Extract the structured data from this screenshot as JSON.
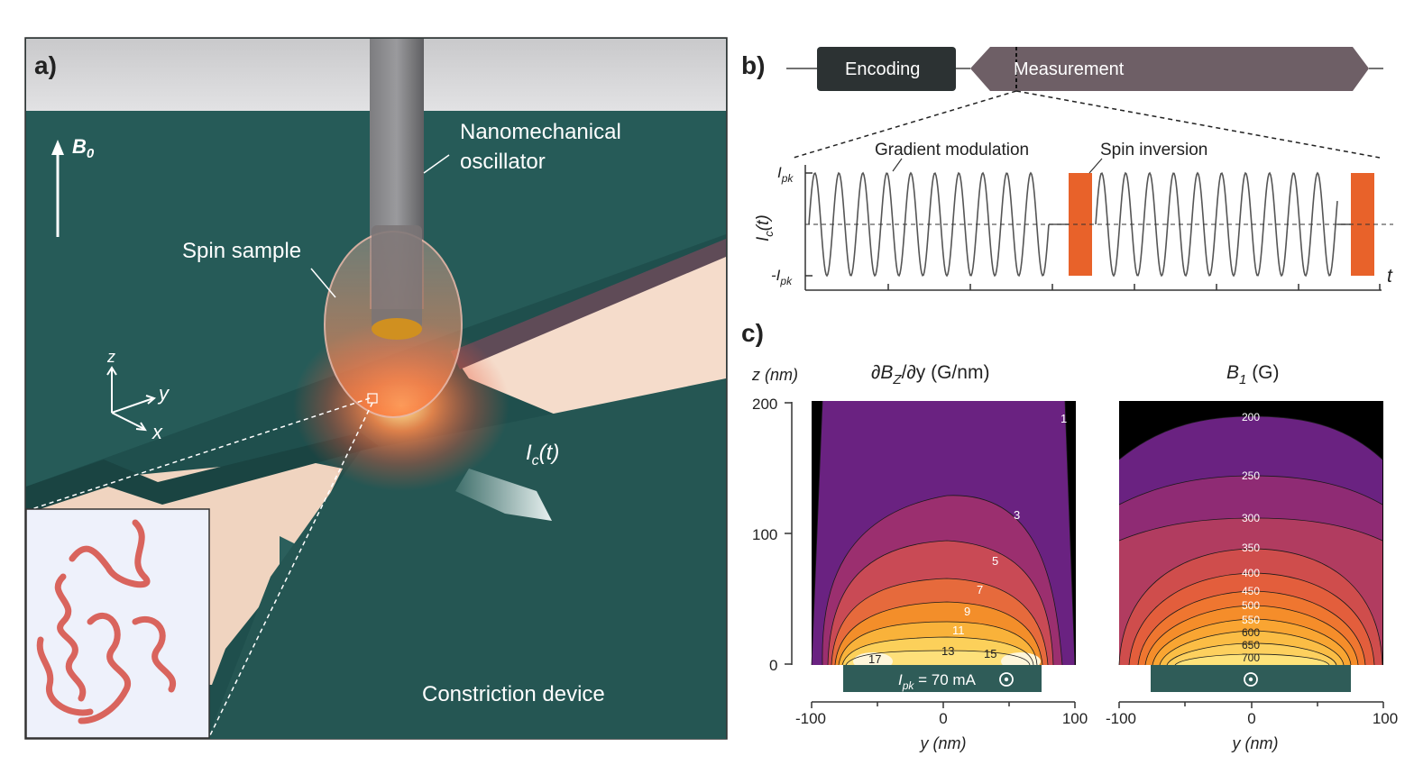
{
  "panel_a": {
    "letter": "a)",
    "b0": "B",
    "b0_sub": "0",
    "oscillator_line1": "Nanomechanical",
    "oscillator_line2": "oscillator",
    "spin_sample": "Spin sample",
    "axis_z": "z",
    "axis_y": "y",
    "axis_x": "x",
    "current_I": "I",
    "current_sub": "c",
    "current_t": "(t)",
    "device": "Constriction device"
  },
  "panel_b": {
    "letter": "b)",
    "encoding": "Encoding",
    "measurement": "Measurement",
    "gradient_modulation": "Gradient modulation",
    "spin_inversion": "Spin inversion",
    "y_label": "I",
    "y_label_sub": "c",
    "y_label_t": "(t)",
    "ipk": "I",
    "ipk_sub": "pk",
    "neg_ipk": "-I",
    "x_label": "t",
    "colors": {
      "encoding_box": "#2c3233",
      "measurement_box": "#6e5f66",
      "pulse": "#e8622a",
      "wave": "#555555"
    }
  },
  "panel_c": {
    "letter": "c)",
    "z_axis_label": "z (nm)",
    "left_title": "∂B",
    "left_title_sub": "Z",
    "left_title_rest": "/∂y (G/nm)",
    "right_title": "B",
    "right_title_sub": "1",
    "right_title_rest": " (G)",
    "z_ticks": [
      "200",
      "100",
      "0"
    ],
    "y_ticks": [
      "-100",
      "0",
      "100"
    ],
    "y_axis_label": "y (nm)",
    "left_bar_label": "I",
    "left_bar_sub": "pk",
    "left_bar_value": " = 70 mA",
    "left_contour_labels": [
      "1",
      "3",
      "5",
      "7",
      "9",
      "11",
      "13",
      "15",
      "17"
    ],
    "right_contour_labels": [
      "200",
      "250",
      "300",
      "350",
      "400",
      "450",
      "500",
      "550",
      "600",
      "650",
      "700"
    ],
    "colors": {
      "device_bar": "#2f5c58",
      "purple": "#6a2281",
      "black": "#000000"
    }
  }
}
